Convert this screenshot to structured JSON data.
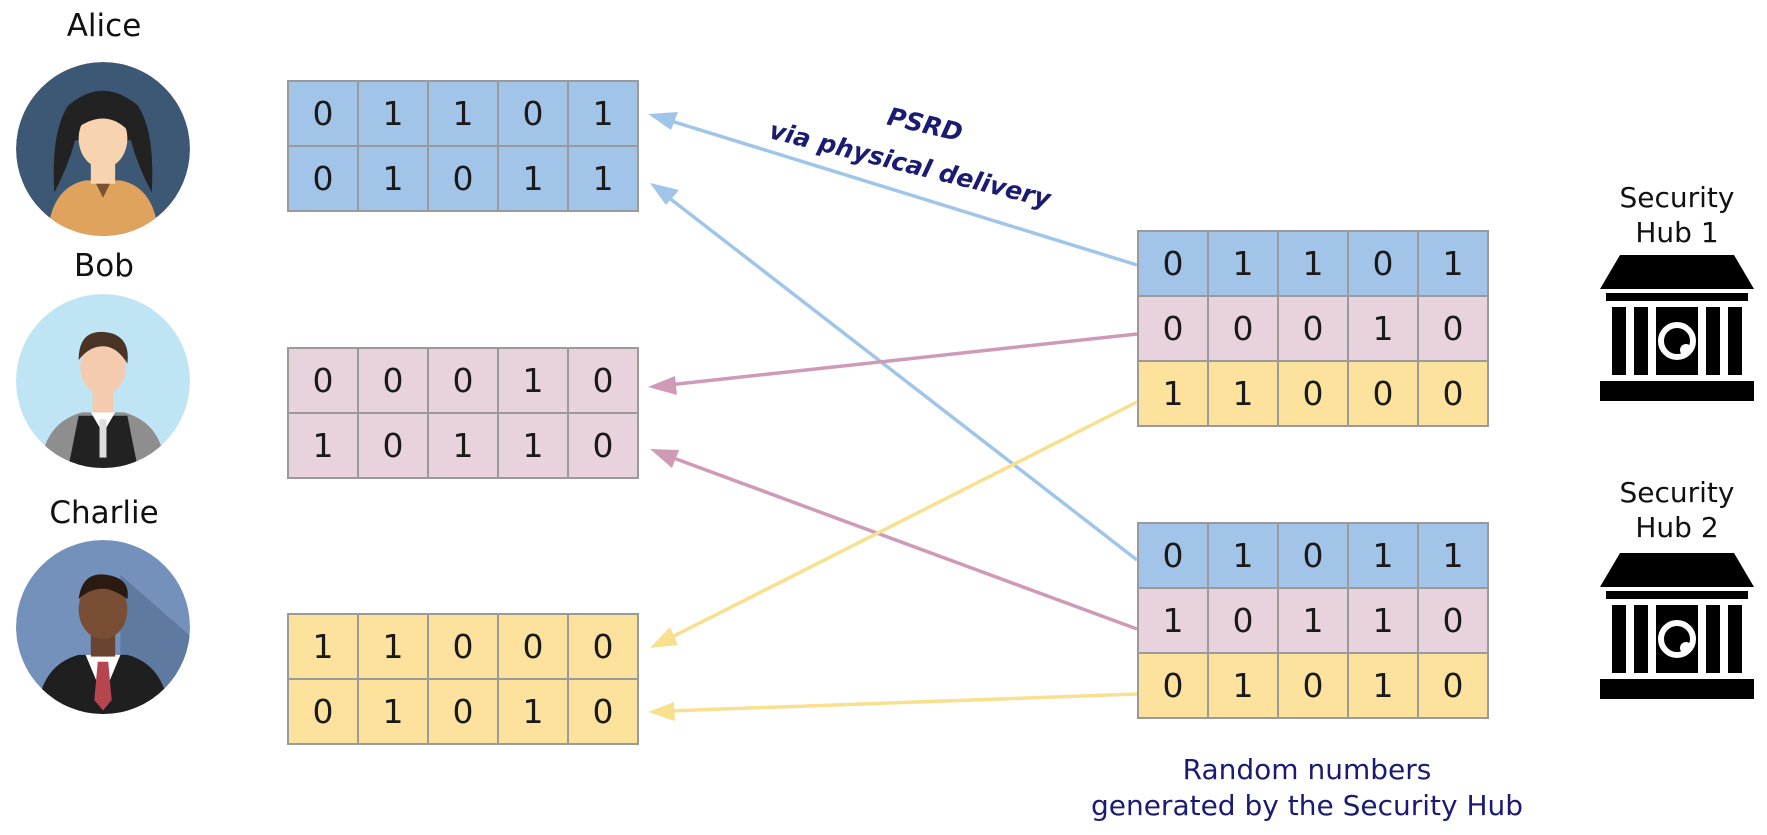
{
  "people": [
    {
      "name": "Alice"
    },
    {
      "name": "Bob"
    },
    {
      "name": "Charlie"
    }
  ],
  "user_grids": [
    {
      "color": "blue",
      "rows": [
        [
          "0",
          "1",
          "1",
          "0",
          "1"
        ],
        [
          "0",
          "1",
          "0",
          "1",
          "1"
        ]
      ]
    },
    {
      "color": "pink",
      "rows": [
        [
          "0",
          "0",
          "0",
          "1",
          "0"
        ],
        [
          "1",
          "0",
          "1",
          "1",
          "0"
        ]
      ]
    },
    {
      "color": "yellow",
      "rows": [
        [
          "1",
          "1",
          "0",
          "0",
          "0"
        ],
        [
          "0",
          "1",
          "0",
          "1",
          "0"
        ]
      ]
    }
  ],
  "hub_grids": [
    {
      "rows": [
        [
          "0",
          "1",
          "1",
          "0",
          "1"
        ],
        [
          "0",
          "0",
          "0",
          "1",
          "0"
        ],
        [
          "1",
          "1",
          "0",
          "0",
          "0"
        ]
      ],
      "colors": [
        "blue",
        "pink",
        "yellow"
      ]
    },
    {
      "rows": [
        [
          "0",
          "1",
          "0",
          "1",
          "1"
        ],
        [
          "1",
          "0",
          "1",
          "1",
          "0"
        ],
        [
          "0",
          "1",
          "0",
          "1",
          "0"
        ]
      ],
      "colors": [
        "blue",
        "pink",
        "yellow"
      ]
    }
  ],
  "hubs": [
    {
      "line1": "Security",
      "line2": "Hub 1"
    },
    {
      "line1": "Security",
      "line2": "Hub 2"
    }
  ],
  "annotation": {
    "line1": "PSRD",
    "line2": "via physical delivery"
  },
  "caption": {
    "line1": "Random numbers",
    "line2": "generated by the Security Hub"
  },
  "colors": {
    "blue": "#a1c4e8",
    "pink": "#e8d2de",
    "yellow": "#fce29c",
    "arrow_blue": "#9fc6e9",
    "arrow_pink": "#cf9ab6",
    "arrow_yellow": "#f9e08f",
    "text_navy": "#1b1b72"
  }
}
